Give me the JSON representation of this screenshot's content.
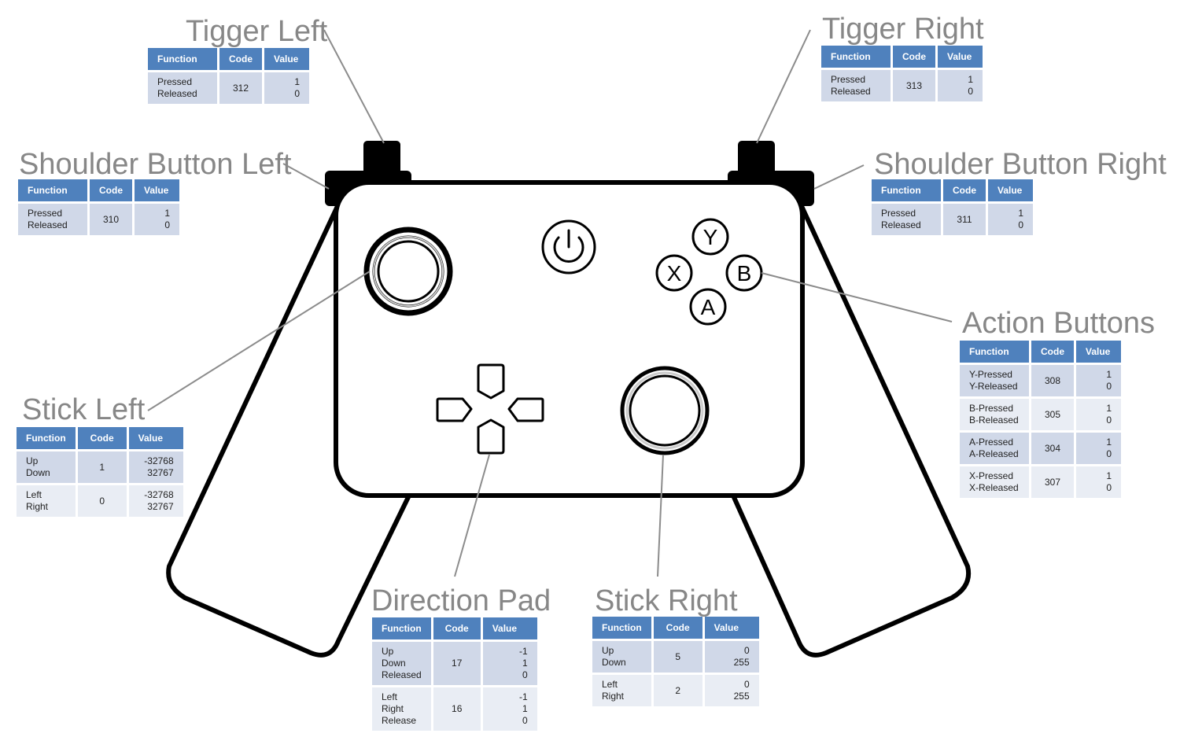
{
  "headers": {
    "function": "Function",
    "code": "Code",
    "value": "Value"
  },
  "buttons": {
    "y": "Y",
    "x": "X",
    "b": "B",
    "a": "A"
  },
  "tigger_left": {
    "title": "Tigger Left",
    "rows": [
      {
        "function": "Pressed\nReleased",
        "code": "312",
        "value": "1\n0"
      }
    ]
  },
  "tigger_right": {
    "title": "Tigger Right",
    "rows": [
      {
        "function": "Pressed\nReleased",
        "code": "313",
        "value": "1\n0"
      }
    ]
  },
  "shoulder_left": {
    "title": "Shoulder Button Left",
    "rows": [
      {
        "function": "Pressed\nReleased",
        "code": "310",
        "value": "1\n0"
      }
    ]
  },
  "shoulder_right": {
    "title": "Shoulder Button Right",
    "rows": [
      {
        "function": "Pressed\nReleased",
        "code": "311",
        "value": "1\n0"
      }
    ]
  },
  "action_buttons": {
    "title": "Action Buttons",
    "rows": [
      {
        "function": "Y-Pressed\nY-Released",
        "code": "308",
        "value": "1\n0"
      },
      {
        "function": "B-Pressed\nB-Released",
        "code": "305",
        "value": "1\n0"
      },
      {
        "function": "A-Pressed\nA-Released",
        "code": "304",
        "value": "1\n0"
      },
      {
        "function": "X-Pressed\nX-Released",
        "code": "307",
        "value": "1\n0"
      }
    ]
  },
  "stick_left": {
    "title": "Stick Left",
    "rows": [
      {
        "function": "Up\nDown",
        "code": "1",
        "value": "-32768\n32767"
      },
      {
        "function": "Left\nRight",
        "code": "0",
        "value": "-32768\n32767"
      }
    ]
  },
  "direction_pad": {
    "title": "Direction Pad",
    "rows": [
      {
        "function": "Up\nDown\nReleased",
        "code": "17",
        "value": "-1\n1\n0"
      },
      {
        "function": "Left\nRight\nRelease",
        "code": "16",
        "value": "-1\n1\n0"
      }
    ]
  },
  "stick_right": {
    "title": "Stick Right",
    "rows": [
      {
        "function": "Up\nDown",
        "code": "5",
        "value": "0\n255"
      },
      {
        "function": "Left\nRight",
        "code": "2",
        "value": "0\n255"
      }
    ]
  },
  "colors": {
    "header_bg": "#4f81bd",
    "row_dark": "#d0d8e8",
    "row_light": "#e9edf4",
    "label_text": "#878787",
    "leader_line": "#8c8c8c"
  }
}
